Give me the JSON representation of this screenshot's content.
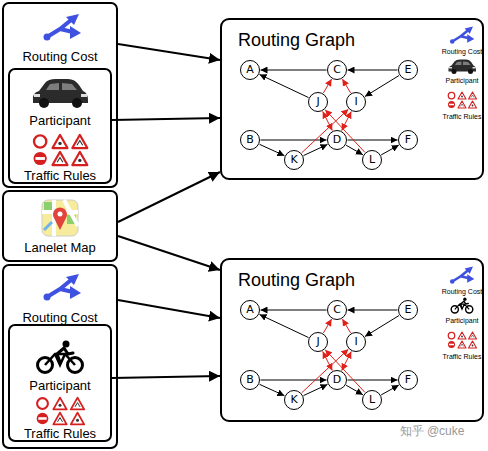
{
  "diagram": {
    "nodes": [
      {
        "text": [
          "Routing Cost"
        ]
      },
      {
        "text": [
          "Participant",
          "Traffic Rules"
        ],
        "in": 0
      },
      {
        "text": [
          "Lanelet Map"
        ]
      },
      {
        "text": [
          "Routing Cost"
        ]
      },
      {
        "text": [
          "Participant",
          "Traffic Rules"
        ],
        "in": 3
      },
      {
        "text": [
          "Routing Graph"
        ]
      },
      {
        "text": [
          "A"
        ],
        "in": 5
      },
      {
        "text": [
          "C"
        ],
        "in": 5
      },
      {
        "text": [
          "E"
        ],
        "in": 5
      },
      {
        "text": [
          "J"
        ],
        "in": 5
      },
      {
        "text": [
          "I"
        ],
        "in": 5
      },
      {
        "text": [
          "B"
        ],
        "in": 5
      },
      {
        "text": [
          "D"
        ],
        "in": 5
      },
      {
        "text": [
          "F"
        ],
        "in": 5
      },
      {
        "text": [
          "K"
        ],
        "in": 5
      },
      {
        "text": [
          "L"
        ],
        "in": 5
      },
      {
        "text": [
          "Routing Graph"
        ]
      },
      {
        "text": [
          "A"
        ],
        "in": 16
      },
      {
        "text": [
          "C"
        ],
        "in": 16
      },
      {
        "text": [
          "E"
        ],
        "in": 16
      },
      {
        "text": [
          "J"
        ],
        "in": 16
      },
      {
        "text": [
          "I"
        ],
        "in": 16
      },
      {
        "text": [
          "B"
        ],
        "in": 16
      },
      {
        "text": [
          "D"
        ],
        "in": 16
      },
      {
        "text": [
          "F"
        ],
        "in": 16
      },
      {
        "text": [
          "K"
        ],
        "in": 16
      },
      {
        "text": [
          "L"
        ],
        "in": 16
      }
    ],
    "edges": [
      {
        "from": 0,
        "to": 5,
        "arrow": "to"
      },
      {
        "from": 1,
        "to": 5,
        "arrow": "to"
      },
      {
        "from": 2,
        "to": 5,
        "arrow": "to"
      },
      {
        "from": 2,
        "to": 16,
        "arrow": "to"
      },
      {
        "from": 3,
        "to": 16,
        "arrow": "to"
      },
      {
        "from": 4,
        "to": 16,
        "arrow": "to"
      },
      {
        "from": 8,
        "to": 7,
        "arrow": "to"
      },
      {
        "from": 7,
        "to": 6,
        "arrow": "to"
      },
      {
        "from": 8,
        "to": 10,
        "arrow": "to"
      },
      {
        "from": 9,
        "to": 6,
        "arrow": "to"
      },
      {
        "from": 11,
        "to": 12,
        "arrow": "to"
      },
      {
        "from": 12,
        "to": 13,
        "arrow": "to"
      },
      {
        "from": 11,
        "to": 14,
        "arrow": "to"
      },
      {
        "from": 14,
        "to": 12,
        "arrow": "to"
      },
      {
        "from": 12,
        "to": 15,
        "arrow": "to"
      },
      {
        "from": 15,
        "to": 13,
        "arrow": "to"
      },
      {
        "from": 9,
        "to": 7,
        "arrow": "to"
      },
      {
        "from": 10,
        "to": 7,
        "arrow": "to"
      },
      {
        "from": 9,
        "to": 12,
        "arrow": "both"
      },
      {
        "from": 10,
        "to": 12,
        "arrow": "both"
      },
      {
        "from": 14,
        "to": 10,
        "arrow": "to"
      },
      {
        "from": 15,
        "to": 9,
        "arrow": "to"
      },
      {
        "from": 19,
        "to": 18,
        "arrow": "to"
      },
      {
        "from": 18,
        "to": 17,
        "arrow": "to"
      },
      {
        "from": 19,
        "to": 21,
        "arrow": "to"
      },
      {
        "from": 20,
        "to": 17,
        "arrow": "to"
      },
      {
        "from": 22,
        "to": 23,
        "arrow": "to"
      },
      {
        "from": 23,
        "to": 24,
        "arrow": "to"
      },
      {
        "from": 22,
        "to": 25,
        "arrow": "to"
      },
      {
        "from": 25,
        "to": 23,
        "arrow": "to"
      },
      {
        "from": 23,
        "to": 26,
        "arrow": "to"
      },
      {
        "from": 26,
        "to": 24,
        "arrow": "to"
      },
      {
        "from": 20,
        "to": 18,
        "arrow": "to"
      },
      {
        "from": 21,
        "to": 18,
        "arrow": "to"
      },
      {
        "from": 20,
        "to": 23,
        "arrow": "both"
      },
      {
        "from": 21,
        "to": 23,
        "arrow": "both"
      },
      {
        "from": 25,
        "to": 21,
        "arrow": "to"
      },
      {
        "from": 26,
        "to": 20,
        "arrow": "to"
      }
    ],
    "labels": [
      "Routing Cost",
      "Participant",
      "Traffic Rules",
      "Routing Cost",
      "Participant",
      "Traffic Rules",
      "知乎 @cuke"
    ]
  }
}
